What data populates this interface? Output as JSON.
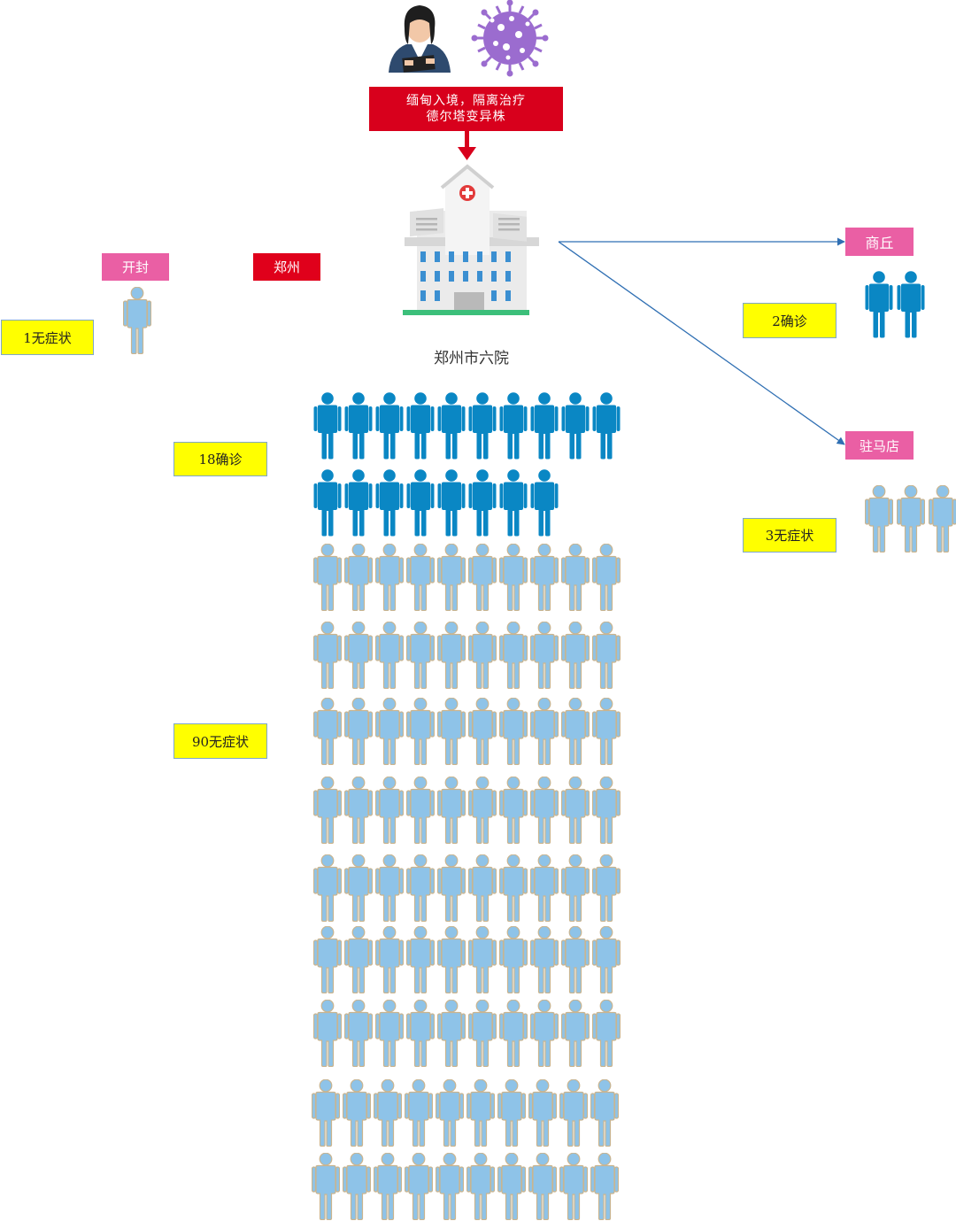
{
  "source": {
    "line1": "缅甸入境，隔离治疗",
    "line2": "德尔塔变异株"
  },
  "hospital": {
    "name": "郑州市六院"
  },
  "cities": {
    "kaifeng": "开封",
    "zhengzhou": "郑州",
    "shangqiu": "商丘",
    "zhumadian": "驻马店"
  },
  "labels": {
    "kaifeng_asym": "1无症状",
    "shangqiu_conf": "2确诊",
    "zhumadian_asym": "3无症状",
    "zz_conf": "18确诊",
    "zz_asym": "90无症状"
  },
  "counts": {
    "kaifeng_asymptomatic": 1,
    "shangqiu_confirmed": 2,
    "zhumadian_asymptomatic": 3,
    "zhengzhou_confirmed": 18,
    "zhengzhou_asymptomatic": 90
  },
  "colors": {
    "confirmed": "#0a87c4",
    "asymptomatic": "#8ec3e8",
    "asym_outline": "#c9b48f",
    "red_box": "#d8001c",
    "pink_box": "#ea5fa4",
    "yellow_box": "#ffff00",
    "arrow_red": "#d8001c",
    "arrow_blue": "#2f6fb3"
  },
  "icons": {
    "woman": "doctor-woman-icon",
    "virus": "virus-icon",
    "hospital": "hospital-building-icon",
    "person": "person-icon"
  }
}
